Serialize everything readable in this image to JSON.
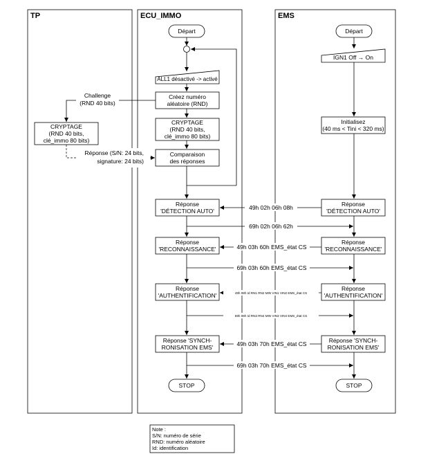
{
  "lanes": {
    "tp": "TP",
    "ecu": "ECU_IMMO",
    "ems": "EMS"
  },
  "ecu": {
    "start": "Départ",
    "all1": "ALL1 désactivé -> activé",
    "creez": [
      "Créez numéro",
      "aléatoire (RND)"
    ],
    "cryptage": [
      "CRYPTAGE",
      "(RND 40 bits,",
      "clé_immo 80 bits)"
    ],
    "comparaison": [
      "Comparaison",
      "des réponses"
    ],
    "rep_detection": [
      "Réponse",
      "'DÉTECTION AUTO'"
    ],
    "rep_reconnaissance": [
      "Réponse",
      "'RECONNAISSANCE'"
    ],
    "rep_authentification": [
      "Réponse",
      "'AUTHENTIFICATION'"
    ],
    "rep_synch": [
      "Réponse 'SYNCH-",
      "RONISATION EMS'"
    ],
    "stop": "STOP"
  },
  "tp": {
    "challenge": [
      "Challenge",
      "(RND 40 bits)"
    ],
    "cryptage": [
      "CRYPTAGE",
      "(RND 40 bits,",
      "clé_immo 80 bits)"
    ],
    "reponse": [
      "Réponse (S/N: 24 bits,",
      "signature: 24 bits)"
    ]
  },
  "ems": {
    "start": "Départ",
    "ign": "IGN1 Off → On",
    "init": [
      "Initialisez",
      "(40 ms < Tini < 320 ms)"
    ],
    "rep_detection": [
      "Réponse",
      "'DÉTECTION AUTO'"
    ],
    "rep_reconnaissance": [
      "Réponse",
      "'RECONNAISSANCE'"
    ],
    "rep_authentification": [
      "Réponse",
      "'AUTHENTIFICATION'"
    ],
    "rep_synch": [
      "Réponse 'SYNCH-",
      "RONISATION EMS'"
    ],
    "stop": "STOP"
  },
  "messages": {
    "m1": "49h 02h 06h 08h",
    "m2": "69h 02h 06h 62h",
    "m3": "49h 03h 60h EMS_état CS",
    "m4": "69h 03h 60h EMS_état CS",
    "m5": "49h 08h Id RN1 RN2 MIN VIN1 VIN2 EMS_état CS",
    "m6": "69h 08h Id RN3 RN4 MIN VIN3 VIN4 EMS_état CS",
    "m7": "49h 03h 70h EMS_état CS",
    "m8": "69h 03h 70h EMS_état CS"
  },
  "note": {
    "title": "Note :",
    "lines": [
      "S/N: numéro de série",
      "RND: numéro aléatoire",
      "Id: identification"
    ]
  }
}
